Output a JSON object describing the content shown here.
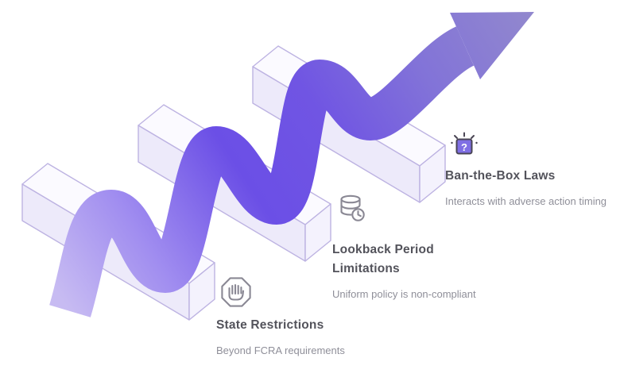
{
  "diagram": {
    "type": "hurdles-arrow-infographic",
    "question_mark": "?",
    "items": [
      {
        "icon": "stop-hand-icon",
        "title": "State Restrictions",
        "subtitle": "Beyond FCRA requirements"
      },
      {
        "icon": "database-clock-icon",
        "title": "Lookback Period Limitations",
        "subtitle": "Uniform policy is non-compliant"
      },
      {
        "icon": "ballot-box-question-icon",
        "title": "Ban-the-Box Laws",
        "subtitle": "Interacts with adverse action timing"
      }
    ],
    "colors": {
      "ribbon_c0": "#c7bbf2",
      "ribbon_c1": "#a18ef0",
      "ribbon_c2": "#6b4fe6",
      "ribbon_c3": "#7055e3",
      "ribbon_c4": "#8273d8",
      "ribbon_c5": "#9187ce",
      "hurdle_top": "#fbfaff",
      "hurdle_front": "#edeafa",
      "hurdle_cap": "#f4f2fd",
      "hurdle_stroke": "#bdb3e2",
      "icon_stroke": "#8a8894",
      "icon_dark": "#4a4554",
      "icon_accent": "#7f6fe4",
      "title_color": "#53535b",
      "subtitle_color": "#8f8f99"
    }
  }
}
